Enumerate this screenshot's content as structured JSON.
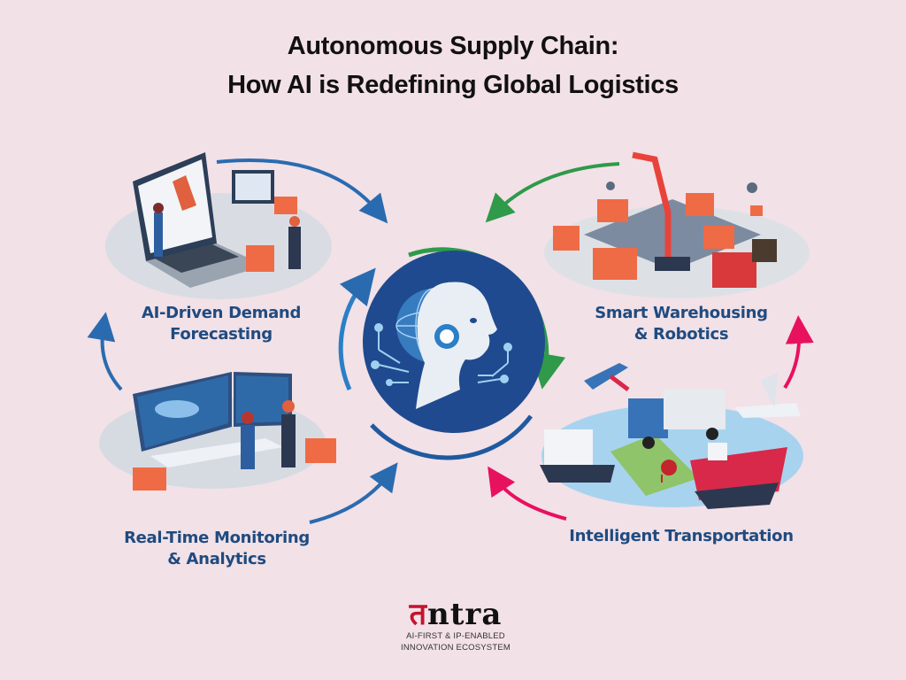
{
  "header": {
    "title_line1": "Autonomous Supply Chain:",
    "title_line2": "How AI is Redefining Global Logistics"
  },
  "center": {
    "icon": "ai-robot-head-icon",
    "circle_color": "#1f4a8f"
  },
  "stages": [
    {
      "id": "forecasting",
      "line1": "AI-Driven Demand",
      "line2": "Forecasting",
      "icon": "laptop-forecast-illustration"
    },
    {
      "id": "warehousing",
      "line1": "Smart Warehousing",
      "line2": "& Robotics",
      "icon": "robotic-warehouse-illustration"
    },
    {
      "id": "transportation",
      "line1": "Intelligent Transportation",
      "line2": "",
      "icon": "transport-vehicles-illustration"
    },
    {
      "id": "monitoring",
      "line1": "Real-Time Monitoring",
      "line2": "& Analytics",
      "icon": "control-room-illustration"
    }
  ],
  "arrows": {
    "blue": "#2a6bb0",
    "green": "#2e9a4a",
    "pink": "#e8115e"
  },
  "logo": {
    "first_letter": "त",
    "rest": "ntra",
    "tagline1": "AI-FIRST & IP-ENABLED",
    "tagline2": "INNOVATION ECOSYSTEM"
  },
  "colors": {
    "background": "#f2e1e7",
    "label_text": "#1f4b80",
    "title_text": "#111111"
  }
}
